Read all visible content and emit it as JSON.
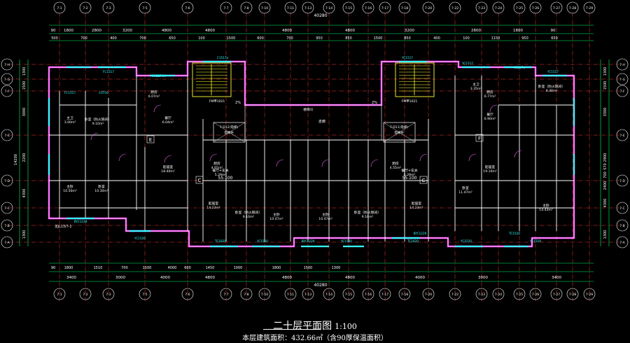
{
  "drawing": {
    "title": "二十层平面图",
    "scale": "1:100",
    "area_note": "本层建筑面积：432.66㎡（含90厚保温面积）",
    "overall_dim": "40280"
  },
  "colors": {
    "background": "#000000",
    "axis_line": "#ff3b3b",
    "dimension": "#00ff66",
    "wall_outline": "#ff33ff",
    "wall_core": "#ffffff",
    "room_text": "#ffffff",
    "window": "#33ffff",
    "stair": "#ffff33",
    "door_arc": "#ff66ff"
  },
  "top_axes": [
    "7-1",
    "7-2",
    "7-3",
    "7-5",
    "7-6",
    "7-7",
    "7-8",
    "7-10",
    "7-11",
    "7-13",
    "7-14",
    "7-15",
    "7-16",
    "7-17",
    "7-18",
    "7-20",
    "7-22",
    "7-23",
    "7-24",
    "7-25",
    "7-26",
    "7-27",
    "7-28",
    "7-29"
  ],
  "bottom_axes": [
    "7-1",
    "7-2",
    "7-3",
    "7-5",
    "7-6",
    "7-7",
    "7-8",
    "7-10",
    "7-11",
    "7-13",
    "7-14",
    "7-15",
    "7-16",
    "7-17",
    "7-18",
    "7-20",
    "7-22",
    "7-23",
    "7-24",
    "7-25",
    "7-26",
    "7-27",
    "7-28",
    "7-29"
  ],
  "left_axes": [
    "7-H",
    "7-G",
    "7-F",
    "7-E",
    "7-D",
    "7-C",
    "7-B",
    "7-A"
  ],
  "right_axes": [
    "7-H",
    "7-G",
    "7-F",
    "7-E",
    "7-D",
    "7-C",
    "7-B",
    "7-A"
  ],
  "dims_top_row1": [
    "90",
    "1800",
    "2800",
    "3200",
    "4800",
    "4800",
    "4800",
    "4800",
    "3200",
    "2800",
    "1800",
    "90"
  ],
  "dims_top_row2": [
    "500",
    "700",
    "400",
    "700",
    "650",
    "100",
    "1500",
    "600",
    "700",
    "950",
    "850",
    "1500",
    "850",
    "400",
    "100",
    "1150",
    "950",
    "650"
  ],
  "dims_bottom_row1": [
    "90",
    "1800",
    "1510",
    "700",
    "1500",
    "4000",
    "600",
    "1450",
    "1000",
    "1800",
    "1500",
    "1300"
  ],
  "dims_bottom_row2": [
    "3400",
    "3000",
    "4000",
    "4800",
    "4800",
    "4800",
    "4000",
    "3000",
    "3400"
  ],
  "dims_left": [
    "1300",
    "1500",
    "3000",
    "2200",
    "14200",
    "4300",
    "1300"
  ],
  "dims_right": [
    "1300",
    "1500",
    "3300",
    "2900",
    "570",
    "700",
    "2400",
    "4300",
    "1300"
  ],
  "rooms": [
    {
      "label": "厨房",
      "area": "6.07m²"
    },
    {
      "label": "主卫",
      "area": "3.00m²"
    },
    {
      "label": "卧室（防火隔间）",
      "area": "9.10m²"
    },
    {
      "label": "餐厅",
      "area": "6.04m²"
    },
    {
      "label": "起居室",
      "area": "18.40m²"
    },
    {
      "label": "主卧",
      "area": "10.50m²"
    },
    {
      "label": "卧室",
      "area": "10.30m²"
    },
    {
      "label": "厨房",
      "area": "4.65m²"
    },
    {
      "label": "餐厅+玄关",
      "area": "5.29m²"
    },
    {
      "label": "起居室",
      "area": "14.23m²"
    },
    {
      "label": "卧室（防火隔间）",
      "area": "9.10m²"
    },
    {
      "label": "主卧",
      "area": "10.47m²"
    },
    {
      "label": "主卧",
      "area": "10.47m²"
    },
    {
      "label": "卧室（防火隔间）",
      "area": "9.10m²"
    },
    {
      "label": "起居室",
      "area": "14.23m²"
    },
    {
      "label": "厨房",
      "area": "4.55m²"
    },
    {
      "label": "餐厅+玄关",
      "area": "5.29m²"
    },
    {
      "label": "厨房",
      "area": "6.77m²"
    },
    {
      "label": "主卫",
      "area": "3.35m²"
    },
    {
      "label": "卧室（防火隔间）",
      "area": "8.38m²"
    },
    {
      "label": "餐厅",
      "area": "6.90m²"
    },
    {
      "label": "起居室",
      "area": "19.10m²"
    },
    {
      "label": "卧室",
      "area": "11.47m²"
    },
    {
      "label": "主卧",
      "area": "14.43m²"
    }
  ],
  "unit_markers": [
    "E",
    "C",
    "C",
    "F"
  ],
  "levels": [
    "55.100",
    "55.100"
  ],
  "labels": {
    "elevator_left": "7-D12(电梯)",
    "elevator_right": "7-D11(电梯)",
    "shaft": "电梯井",
    "stair_note": "楼梯间",
    "corridor": "走廊",
    "slope_left": "2%",
    "slope_right": "2%",
    "fire_door": "FM甲1021",
    "legend_ref": "见JL13/7-1"
  },
  "window_tags": [
    "FC1517",
    "C0716",
    "FC1517",
    "C1517a",
    "YC1517",
    "YC1517",
    "C1517a",
    "C0716",
    "FC1517",
    "YC1517"
  ],
  "bottom_window_tags": [
    "BYC1229",
    "YC1520",
    "TC1820",
    "YC1520",
    "BYC1229",
    "YC1520",
    "TC1820",
    "YC1520",
    "BYC1229",
    "TC1520",
    "YC1529"
  ]
}
